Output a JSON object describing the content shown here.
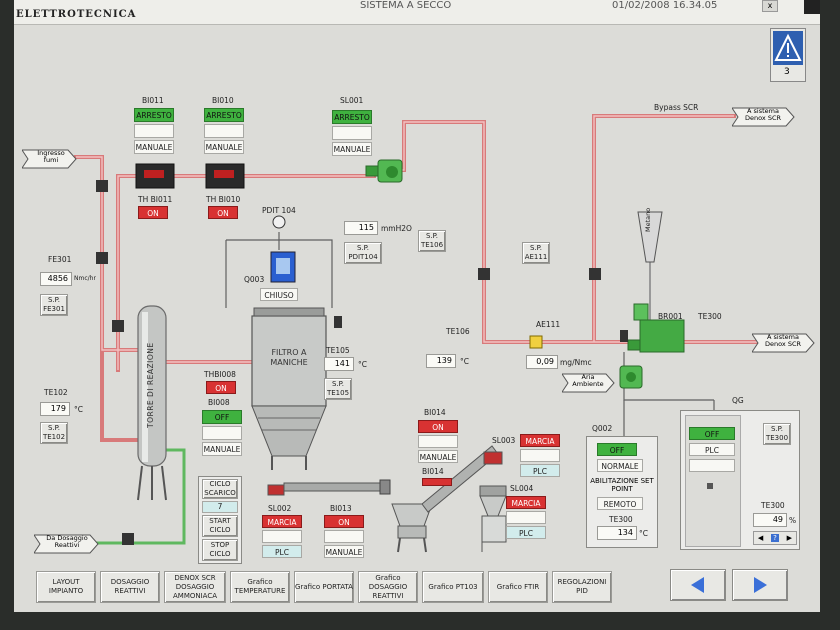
{
  "header": {
    "brand": "ELETTROTECNICA",
    "title": "SISTEMA A SECCO",
    "datetime": "01/02/2008 16.34.05",
    "close": "x"
  },
  "alarm": {
    "count": "3"
  },
  "flows": {
    "ingresso": "Ingresso fumi",
    "dosaggio": "Da Dosaggio Reattivi",
    "bypass": "Bypass SCR",
    "a_sistema_top": "A sistema Denox SCR",
    "a_sistema_mid": "A sistema Denox SCR",
    "aria": "Aria Ambiente",
    "metano": "Metano"
  },
  "bi011": {
    "tag": "BI011",
    "state": "ARRESTO",
    "mode": "MANUALE",
    "th_label": "TH BI011",
    "th_state": "ON"
  },
  "bi010": {
    "tag": "BI010",
    "state": "ARRESTO",
    "mode": "MANUALE",
    "th_label": "TH BI010",
    "th_state": "ON"
  },
  "sl001": {
    "tag": "SL001",
    "state": "ARRESTO",
    "mode": "MANUALE"
  },
  "pdit104": {
    "tag": "PDIT 104",
    "value": "115",
    "unit": "mmH2O",
    "sp": "S.P. PDIT104"
  },
  "te106": {
    "sp": "S.P. TE106",
    "tag": "TE106",
    "value": "139",
    "unit": "°C"
  },
  "ae111": {
    "sp": "S.P. AE111",
    "tag": "AE111",
    "value": "0,09",
    "unit": "mg/Nmc"
  },
  "q003": {
    "tag": "Q003",
    "state": "CHIUSO"
  },
  "fe301": {
    "tag": "FE301",
    "value": "4856",
    "unit": "Nmc/hr",
    "sp": "S.P. FE301"
  },
  "te102": {
    "tag": "TE102",
    "value": "179",
    "unit": "°C",
    "sp": "S.P. TE102"
  },
  "torre": "TORRE DI REAZIONE",
  "filtro": "FILTRO A MANICHE",
  "te105": {
    "tag": "TE105",
    "value": "141",
    "unit": "°C",
    "sp": "S.P. TE105"
  },
  "thbi008": {
    "tag": "THBI008",
    "state": "ON"
  },
  "bi008": {
    "tag": "BI008",
    "state": "OFF",
    "mode": "MANUALE"
  },
  "ciclo": {
    "scarico": "CICLO SCARICO",
    "value": "7",
    "start": "START CICLO",
    "stop": "STOP CICLO"
  },
  "sl002": {
    "tag": "SL002",
    "state": "MARCIA",
    "mode": "PLC"
  },
  "bi013": {
    "tag": "BI013",
    "state": "ON",
    "mode": "MANUALE"
  },
  "bi014": {
    "tag": "BI014",
    "state": "ON",
    "mode": "MANUALE",
    "tag2": "BI014"
  },
  "sl003": {
    "tag": "SL003",
    "state": "MARCIA",
    "mode": "PLC"
  },
  "sl004": {
    "tag": "SL004",
    "state": "MARCIA",
    "mode": "PLC"
  },
  "br001": {
    "tag": "BR001",
    "te": "TE300"
  },
  "q002": {
    "tag": "Q002",
    "state": "OFF",
    "mode": "NORMALE",
    "abil": "ABILITAZIONE SET POINT",
    "remoto": "REMOTO",
    "te": "TE300",
    "value": "134",
    "unit": "°C"
  },
  "qg": {
    "tag": "QG",
    "state": "OFF",
    "mode": "PLC",
    "sp": "S.P. TE300",
    "te": "TE300",
    "value": "49",
    "unit": "%",
    "help": "?"
  },
  "nav": [
    "LAYOUT IMPIANTO",
    "DOSAGGIO REATTIVI",
    "DENOX SCR DOSAGGIO AMMONIACA",
    "Grafico TEMPERATURE",
    "Grafico PORTATA",
    "Grafico DOSAGGIO REATTIVI",
    "Grafico PT103",
    "Grafico FTIR",
    "REGOLAZIONI PID"
  ],
  "colors": {
    "pipe": "#e89a9a",
    "pipe_edge": "#c05050",
    "green_pipe": "#6cc86c",
    "run": "#3fb23f",
    "stop": "#d83232"
  }
}
